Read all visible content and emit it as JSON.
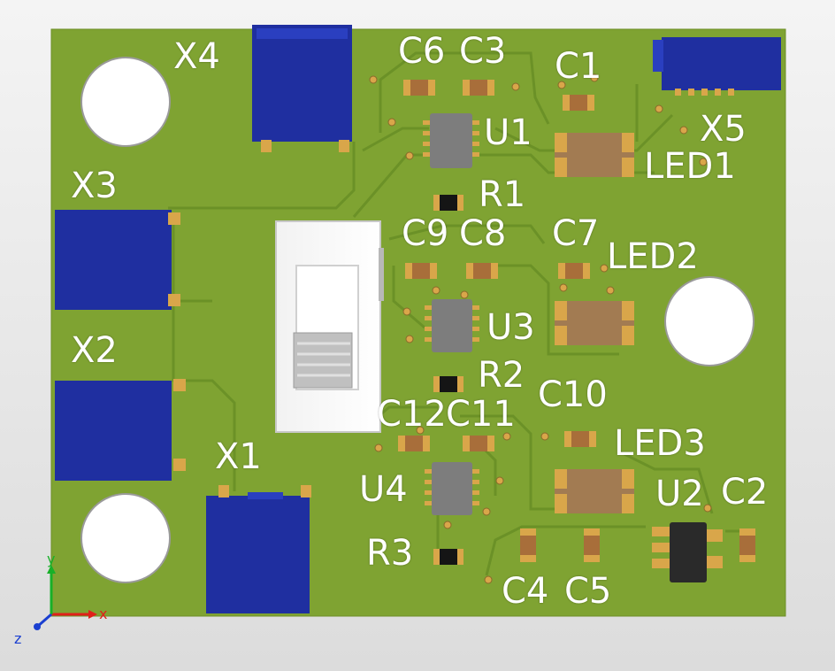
{
  "colors": {
    "board": "#7fa332",
    "board_edge": "#6d8f28",
    "trace": "#6b9127",
    "pad": "#d9a64a",
    "connector": "#1f2fa0",
    "connector_top": "#2a3fc0",
    "silk": "#ffffff",
    "ic_body": "#7d7d7d",
    "led_body": "#a27b52",
    "cap_body": "#a86e3a",
    "resistor_body": "#151515",
    "axis_x": "#e0201a",
    "axis_y": "#18b028",
    "axis_z": "#1a3fd0"
  },
  "designators": {
    "x1": "X1",
    "x2": "X2",
    "x3": "X3",
    "x4": "X4",
    "x5": "X5",
    "u1": "U1",
    "u2": "U2",
    "u3": "U3",
    "u4": "U4",
    "r1": "R1",
    "r2": "R2",
    "r3": "R3",
    "c1": "C1",
    "c2": "C2",
    "c3": "C3",
    "c4": "C4",
    "c5": "C5",
    "c6": "C6",
    "c7": "C7",
    "c8": "C8",
    "c9": "C9",
    "c10": "C10",
    "c11": "C11",
    "c12": "C12",
    "led1": "LED1",
    "led2": "LED2",
    "led3": "LED3"
  },
  "axes": {
    "x": "x",
    "y": "y",
    "z": "z"
  }
}
